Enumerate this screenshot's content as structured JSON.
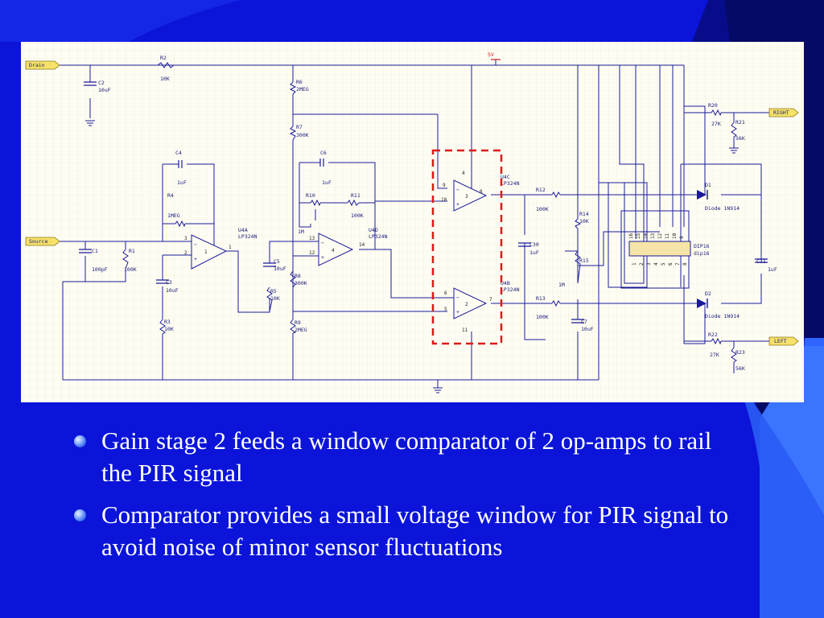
{
  "slide": {
    "bullets": [
      "Gain stage 2 feeds a window comparator of 2 op-amps to rail the PIR signal",
      "Comparator provides a small voltage window for PIR signal to avoid noise of minor sensor fluctuations"
    ]
  },
  "schematic": {
    "ports": {
      "drain": "Drain",
      "source": "Source",
      "right": "RIGHT",
      "left": "LEFT"
    },
    "supply": "5V",
    "opamps": {
      "u1": {
        "name": "U4A",
        "part": "LP324N",
        "num": "1",
        "in_minus": "2",
        "in_plus": "3",
        "out": "1"
      },
      "u2": {
        "name": "U4D",
        "part": "LP324N",
        "num": "4",
        "in_minus": "13",
        "in_plus": "12",
        "out": "14"
      },
      "u3": {
        "name": "U4C",
        "part": "LP324N",
        "num": "3",
        "in_minus": "9",
        "in_plus": "10",
        "out": "8",
        "vcc": "4"
      },
      "u4": {
        "name": "U4B",
        "part": "LP324N",
        "num": "2",
        "in_minus": "6",
        "in_plus": "5",
        "out": "7",
        "gnd": "11"
      }
    },
    "components": {
      "r2": "R2",
      "r2v": "10K",
      "c2": "C2",
      "c2v": "10uF",
      "r6": "R6",
      "r6v": "2MEG",
      "r7": "R7",
      "r7v": "300K",
      "c4": "C4",
      "c4v": "1uF",
      "r4": "R4",
      "r4v": "1MEG",
      "c6": "C6",
      "c6v": "1uF",
      "r10": "R10",
      "r10v": "1M",
      "r11": "R11",
      "r11v": "100K",
      "c1": "C1",
      "c1v": "100pF",
      "r1": "R1",
      "r1v": "100K",
      "c3": "C3",
      "c3v": "10uF",
      "r3": "R3",
      "r3v": "10K",
      "c5": "C5",
      "c5v": "10uF",
      "r5": "R5",
      "r5v": "10K",
      "r8": "R8",
      "r8v": "300K",
      "r9": "R9",
      "r9v": "2MEG",
      "r12": "R12",
      "r12v": "100K",
      "r13": "R13",
      "r13v": "100K",
      "c30": "C30",
      "c30v": "1uF",
      "r14": "R14",
      "r14v": "10K",
      "r15": "R15",
      "r15v": "1M",
      "c7": "C7",
      "c7v": "10uF",
      "r20": "R20",
      "r20v": "27K",
      "r21": "R21",
      "r21v": "56K",
      "r22": "R22",
      "r22v": "27K",
      "r23": "R23",
      "r23v": "56K",
      "d1": "D1",
      "d1v": "Diode 1N914",
      "d2": "D2",
      "d2v": "Diode 1N914",
      "c31": "C31",
      "c31v": "1uF",
      "dip": "DIP16",
      "dipv": "dip16"
    },
    "dip_pins_top": [
      "16",
      "15",
      "14",
      "13",
      "12",
      "11",
      "10",
      "9"
    ],
    "dip_pins_bottom": [
      "1",
      "2",
      "3",
      "4",
      "5",
      "6",
      "7",
      "8"
    ]
  }
}
